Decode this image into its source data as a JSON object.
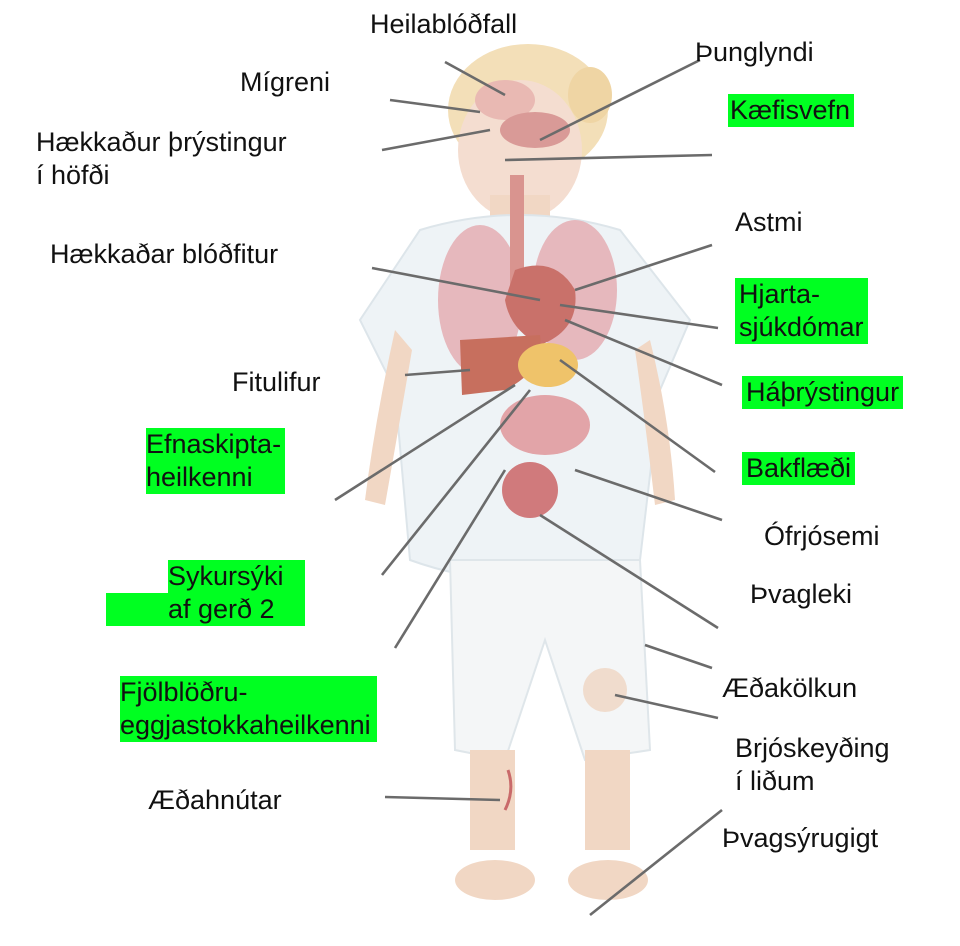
{
  "labels": {
    "heilablodfall": "Heilablóðfall",
    "thunglyndi": "Þunglyndi",
    "migreni": "Mígreni",
    "kaefisvefn": "Kæfisvefn",
    "haekkadur_thrystingur_1": "Hækkaður þrýstingur",
    "haekkadur_thrystingur_2": "í höfði",
    "astmi": "Astmi",
    "haekkadar_blodfitur": "Hækkaðar blóðfitur",
    "hjarta_1": "Hjarta-",
    "hjarta_2": "sjúkdómar",
    "fitulifur": "Fitulifur",
    "hathrystingur": "Háþrýstingur",
    "efnaskipta_1": "Efnaskipta-",
    "efnaskipta_2": "heilkenni",
    "bakflaedi": "Bakflæði",
    "ofrjosemi": "Ófrjósemi",
    "sykursyki_1": "Sykursýki",
    "sykursyki_2": "af gerð 2",
    "thvagleki": "Þvagleki",
    "fjolblodru_1": "Fjölblöðru-",
    "fjolblodru_2": "eggjastokkaheilkenni",
    "aedakolkun": "Æðakölkun",
    "brjoskeyding_1": "Brjóskeyðing",
    "brjoskeyding_2": "í liðum",
    "aedahnutar": "Æðahnútar",
    "thvagsyrugigt": "Þvagsýrugigt"
  },
  "colors": {
    "highlight": "#00ff21",
    "leader": "#6b6b6b",
    "skin": "#f1d7c4",
    "shirt": "#f1f5f7",
    "organ": "#c9716a"
  }
}
